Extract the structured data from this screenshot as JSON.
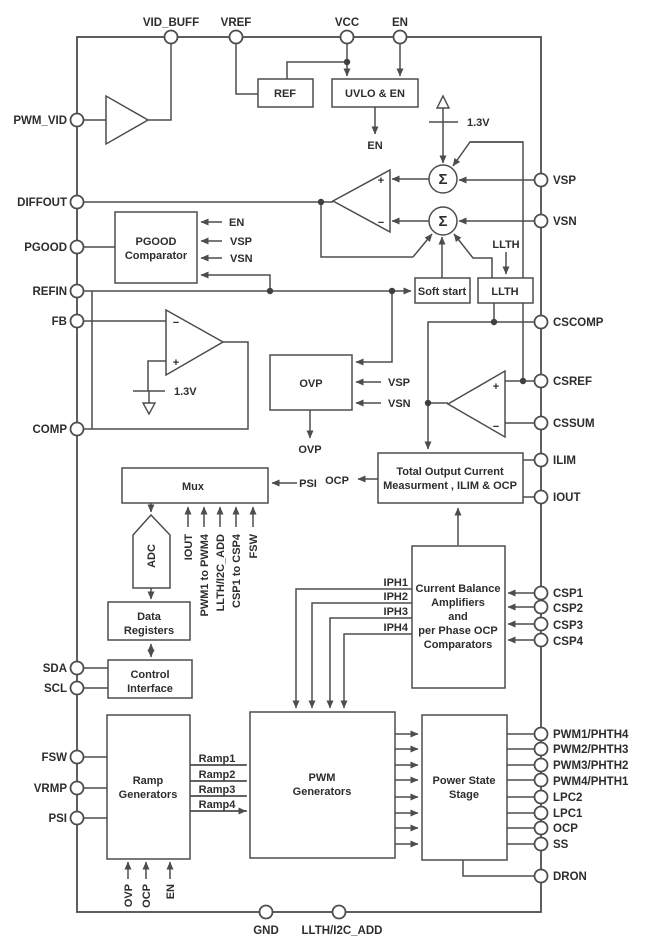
{
  "pins": {
    "top": [
      "VID_BUFF",
      "VREF",
      "VCC",
      "EN"
    ],
    "left": [
      "PWM_VID",
      "DIFFOUT",
      "PGOOD",
      "REFIN",
      "FB",
      "COMP",
      "SDA",
      "SCL",
      "FSW",
      "VRMP",
      "PSI"
    ],
    "right": [
      "VSP",
      "VSN",
      "CSCOMP",
      "CSREF",
      "CSSUM",
      "ILIM",
      "IOUT",
      "CSP1",
      "CSP2",
      "CSP3",
      "CSP4",
      "PWM1/PHTH4",
      "PWM2/PHTH3",
      "PWM3/PHTH2",
      "PWM4/PHTH1",
      "LPC2",
      "LPC1",
      "OCP",
      "SS",
      "DRON"
    ],
    "bottom": [
      "GND",
      "LLTH/I2C_ADD"
    ]
  },
  "blocks": {
    "ref": "REF",
    "uvlo_en": "UVLO & EN",
    "pgood_comparator": {
      "line1": "PGOOD",
      "line2": "Comparator"
    },
    "soft_start": "Soft start",
    "llth": "LLTH",
    "ovp": "OVP",
    "total_current": {
      "line1": "Total Output Current",
      "line2": "Measurment , ILIM & OCP"
    },
    "mux": "Mux",
    "adc": "ADC",
    "data_registers": {
      "line1": "Data",
      "line2": "Registers"
    },
    "control_interface": {
      "line1": "Control",
      "line2": "Interface"
    },
    "current_balance": {
      "line1": "Current Balance",
      "line2": "Amplifiers",
      "line3": "and",
      "line4": "per Phase OCP",
      "line5": "Comparators"
    },
    "ramp_generators": {
      "line1": "Ramp",
      "line2": "Generators"
    },
    "pwm_generators": {
      "line1": "PWM",
      "line2": "Generators"
    },
    "power_state_stage": {
      "line1": "Power State",
      "line2": "Stage"
    }
  },
  "signals": {
    "en_below_uvlo": "EN",
    "v13_top": "1.3V",
    "v13_fb": "1.3V",
    "llth_input": "LLTH",
    "ovp_output": "OVP",
    "ocp": "OCP",
    "psi": "PSI",
    "pgood_in_en": "EN",
    "pgood_in_vsp": "VSP",
    "pgood_in_vsn": "VSN",
    "ovp_in_vsp": "VSP",
    "ovp_in_vsn": "VSN",
    "iph1": "IPH1",
    "iph2": "IPH2",
    "iph3": "IPH3",
    "iph4": "IPH4",
    "ramp1": "Ramp1",
    "ramp2": "Ramp2",
    "ramp3": "Ramp3",
    "ramp4": "Ramp4",
    "mux_in_iout": "IOUT",
    "mux_in_pwm": "PWM1 to PWM4",
    "mux_in_llth": "LLTH/I2C_ADD",
    "mux_in_csp": "CSP1 to CSP4",
    "mux_in_fsw": "FSW",
    "ramp_in_ovp": "OVP",
    "ramp_in_ocp": "OCP",
    "ramp_in_en": "EN",
    "sigma": "Σ",
    "plus": "+",
    "minus": "−"
  },
  "colors": {
    "line": "#4d4d4f",
    "text": "#2d2d2f",
    "background": "#ffffff"
  }
}
